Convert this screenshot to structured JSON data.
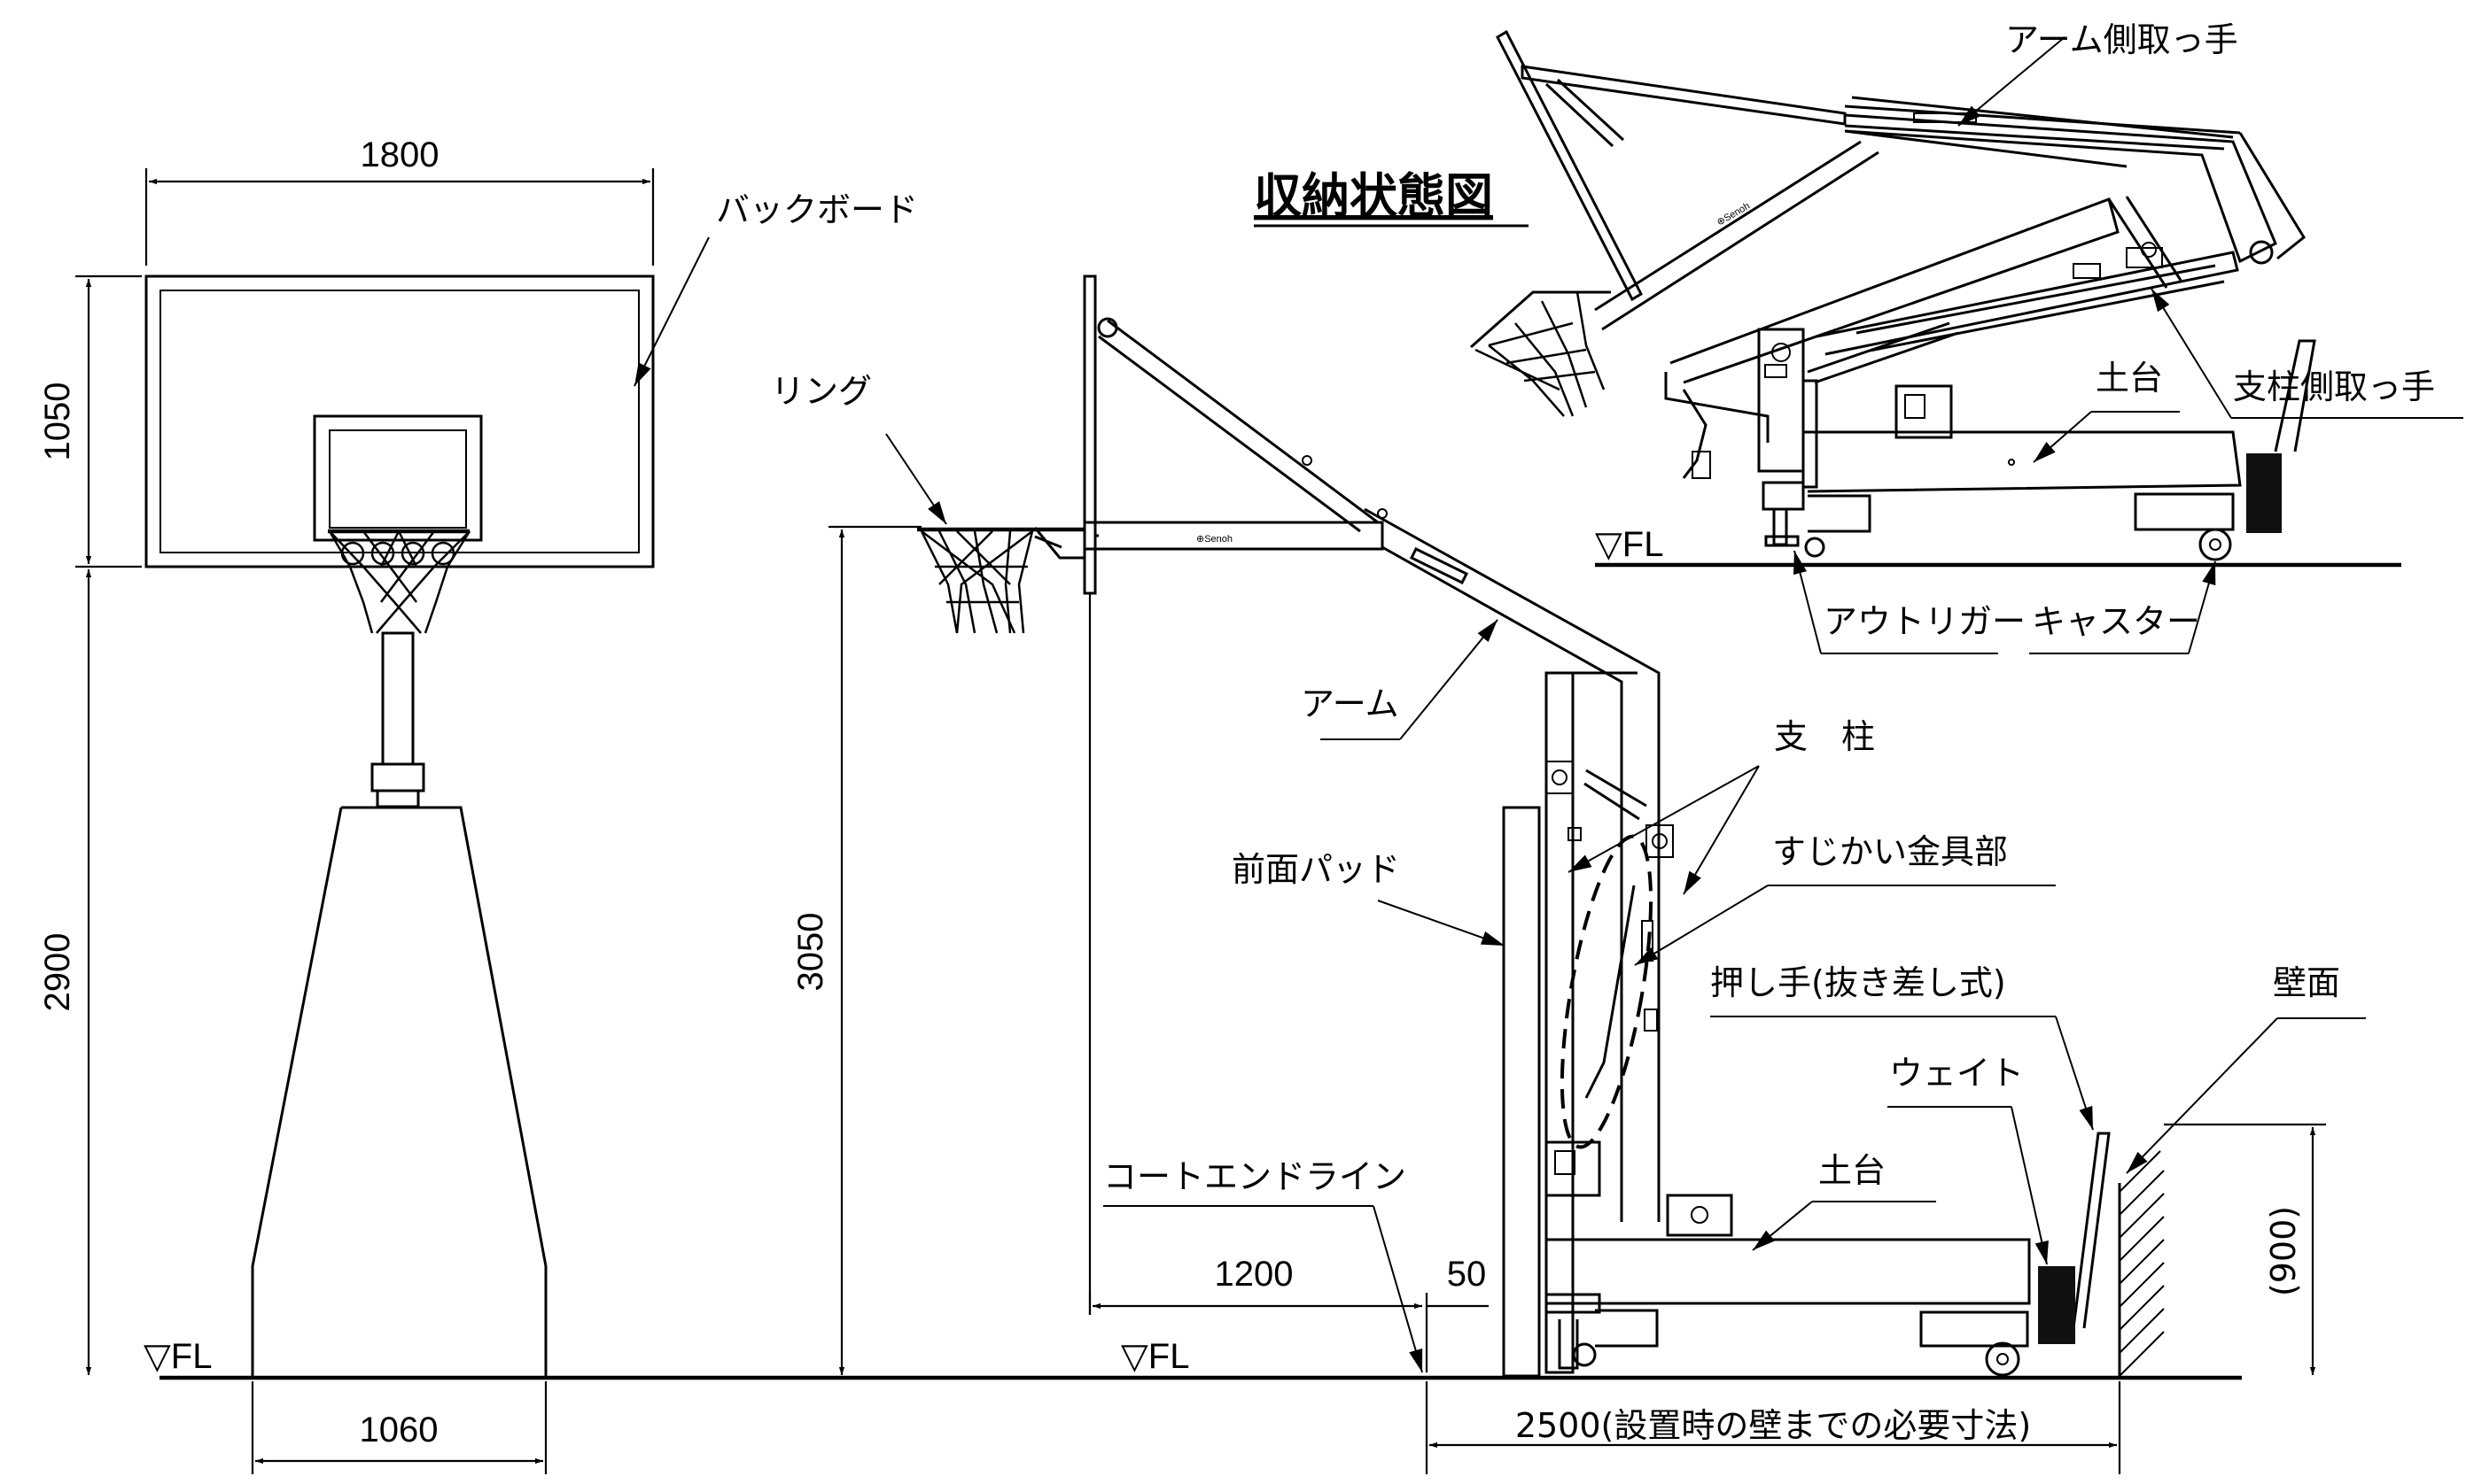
{
  "title": "収納状態図",
  "dimensions": {
    "backboard_width": "1800",
    "backboard_height": "1050",
    "post_height": "2900",
    "base_width": "1060",
    "ring_height": "3050",
    "extension": "1200",
    "offset": "50",
    "wall_height": "(900)",
    "required_depth": "2500(設置時の壁までの必要寸法)"
  },
  "floor_labels": {
    "front": "▽FL",
    "side": "▽FL",
    "stowed": "▽FL"
  },
  "labels": {
    "backboard": "バックボード",
    "ring": "リング",
    "arm": "アーム",
    "front_pad": "前面パッド",
    "post": "支　柱",
    "brace": "すじかい金具部",
    "push_handle": "押し手(抜き差し式)",
    "wall": "壁面",
    "weight": "ウェイト",
    "base": "土台",
    "court_end_line": "コートエンドライン",
    "arm_handle": "アーム側取っ手",
    "post_handle": "支柱側取っ手",
    "stowed_base": "土台",
    "outrigger": "アウトリガー",
    "caster": "キャスター"
  }
}
